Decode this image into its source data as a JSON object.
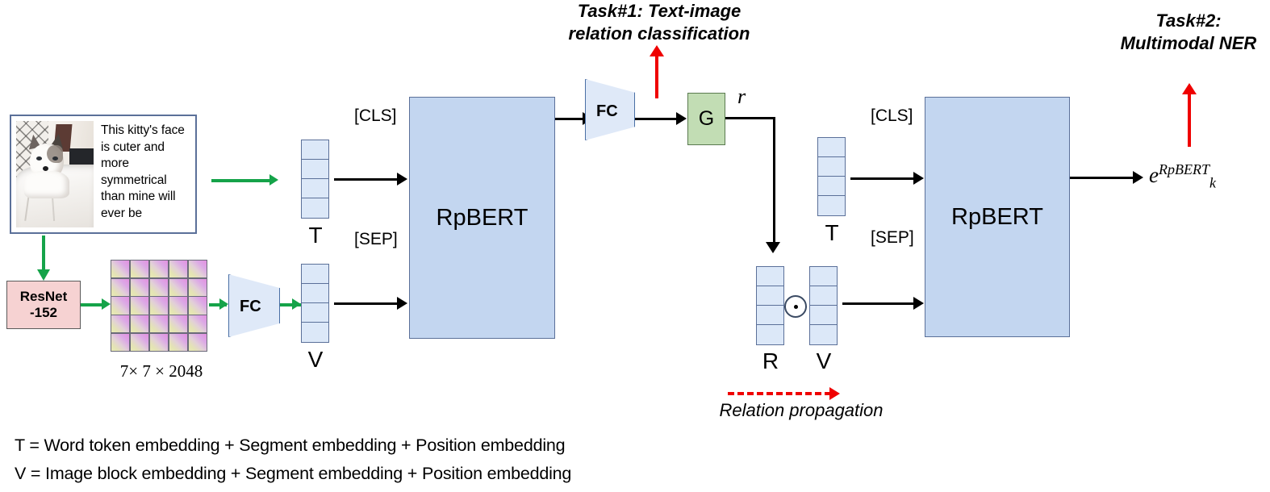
{
  "diagram": {
    "title": "RpBERT multimodal NER architecture",
    "input_card": {
      "image_alt": "cat-photo",
      "text": "This kitty's face is cuter and more symmetrical than mine will ever be"
    },
    "resnet": {
      "line1": "ResNet",
      "line2": "-152"
    },
    "feature_grid": {
      "caption": "7× 7 × 2048",
      "rows": 5,
      "cols": 5
    },
    "fc_left_label": "FC",
    "fc_top_label": "FC",
    "gate_label": "G",
    "gate_output_label": "r",
    "rpbert_left_label": "RpBERT",
    "rpbert_right_label": "RpBERT",
    "columns": {
      "t_left": "T",
      "v_left": "V",
      "r_mid": "R",
      "v_mid": "V",
      "t_right": "T"
    },
    "operator": "⊙",
    "tokens_left": {
      "cls": "[CLS]",
      "sep": "[SEP]"
    },
    "tokens_right": {
      "cls": "[CLS]",
      "sep": "[SEP]"
    },
    "task1": {
      "line1": "Task#1: Text-image",
      "line2": "relation classification"
    },
    "task2": {
      "line1": "Task#2:",
      "line2": "Multimodal NER"
    },
    "relation_propagation": "Relation propagation",
    "output_embedding": {
      "base": "e",
      "superscript": "RpBERT",
      "subscript": "k"
    },
    "legend": [
      "T = Word token embedding + Segment embedding + Position embedding",
      "V = Image block embedding + Segment embedding + Position embedding"
    ],
    "colors": {
      "rpbert_fill": "#c3d6f0",
      "rpbert_stroke": "#5b7099",
      "resnet_fill": "#f6d2d2",
      "gate_fill": "#c2ddb4",
      "fc_fill": "#dfe9f8",
      "token_fill": "#dce8f8",
      "arrow_black": "#000000",
      "arrow_green": "#15a349",
      "arrow_red": "#ef0000"
    }
  }
}
